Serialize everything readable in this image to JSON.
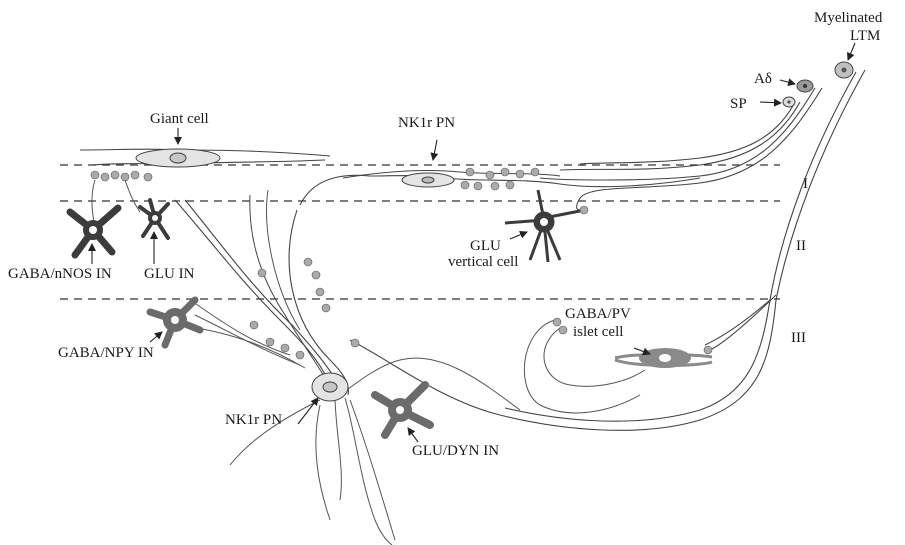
{
  "labels": {
    "giant_cell": "Giant cell",
    "nk1r_pn_top": "NK1r PN",
    "myelinated_line1": "Myelinated",
    "myelinated_line2": "LTM",
    "a_delta": "Aδ",
    "sp": "SP",
    "lamina_1": "I",
    "lamina_2": "II",
    "lamina_3": "III",
    "gaba_nnos": "GABA/nNOS IN",
    "glu_in": "GLU IN",
    "glu_vertical_line1": "GLU",
    "glu_vertical_line2": "vertical cell",
    "gaba_npy": "GABA/NPY IN",
    "gaba_pv_line1": "GABA/PV",
    "gaba_pv_line2": "islet cell",
    "nk1r_pn_bottom": "NK1r PN",
    "glu_dyn": "GLU/DYN IN"
  },
  "colors": {
    "dark_cell": "#3c3c3c",
    "mid_cell": "#6b6b6b",
    "light_cell": "#d9d9d9",
    "line": "#333333"
  }
}
